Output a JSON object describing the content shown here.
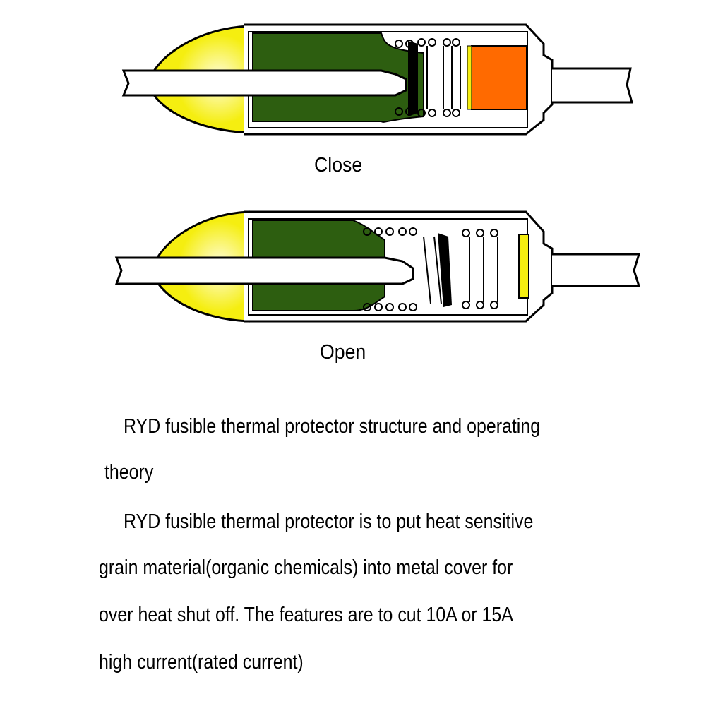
{
  "diagrams": [
    {
      "label": "Close",
      "state": "closed"
    },
    {
      "label": "Open",
      "state": "open"
    }
  ],
  "colors": {
    "cap": "#f5ee10",
    "pellet": "#2d5e10",
    "orange": "#ff6a00",
    "strip": "#f5ee10"
  },
  "description": {
    "lines": [
      "RYD fusible thermal protector structure and operating",
      "theory",
      "RYD fusible thermal protector is to put heat sensitive",
      "grain material(organic chemicals) into metal cover for",
      "over heat shut off. The features are to cut 10A or 15A",
      "high current(rated current)"
    ]
  }
}
